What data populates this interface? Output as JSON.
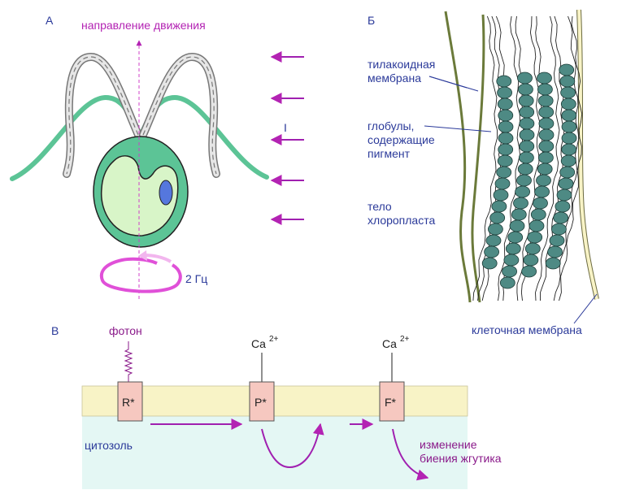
{
  "panel_a": {
    "label": "А",
    "direction_label": "направление движения",
    "light_label": "I",
    "frequency_label": "2 Гц"
  },
  "panel_b": {
    "label": "Б",
    "thylakoid_label_1": "тилакоидная",
    "thylakoid_label_2": "мембрана",
    "globules_label_1": "глобулы,",
    "globules_label_2": "содержащие",
    "globules_label_3": "пигмент",
    "body_label_1": "тело",
    "body_label_2": "хлоропласта",
    "cell_membrane_label": "клеточная мембрана"
  },
  "panel_c": {
    "label": "В",
    "photon_label": "фотон",
    "ca_label": "Ca",
    "ca_charge": "2+",
    "cytosol_label": "цитозоль",
    "r_label": "R*",
    "p_label": "P*",
    "f_label": "F*",
    "change_label_1": "изменение",
    "change_label_2": "биения жгутика"
  },
  "colors": {
    "flagellum_green": "#5cc496",
    "cell_green": "#5cc496",
    "chloroplast_light": "#d8f5c8",
    "eyespot_blue": "#5577dd",
    "arrow_magenta": "#b323b3",
    "globule_teal": "#4e8a84",
    "membrane_yellow": "#f8f3c6",
    "cytosol_cyan": "#e4f7f4",
    "protein_pink": "#f6c8c0",
    "label_blue": "#2b3a9a"
  }
}
